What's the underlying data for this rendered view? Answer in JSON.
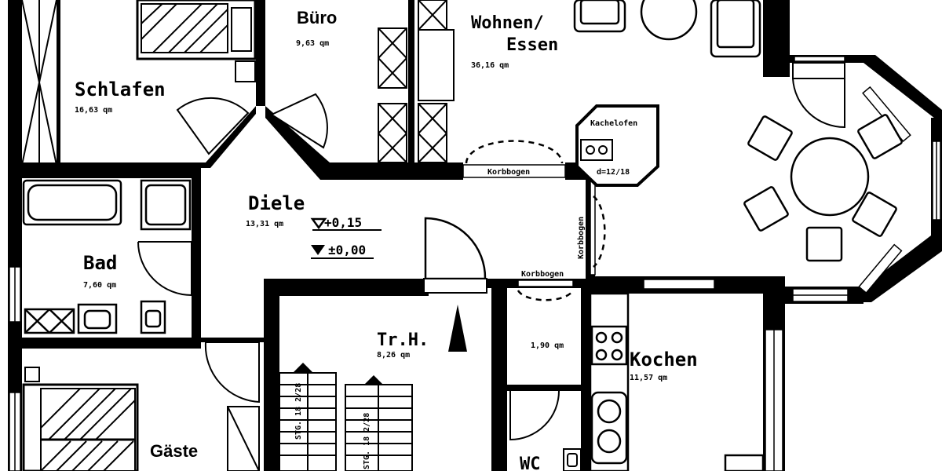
{
  "rooms": {
    "schlafen": {
      "name": "Schlafen",
      "area": "16,63 qm"
    },
    "buero": {
      "name": "Büro",
      "area": "9,63 qm"
    },
    "wohnen_line1": "Wohnen/",
    "wohnen_line2": "Essen",
    "wohnen_area": "36,16 qm",
    "diele": {
      "name": "Diele",
      "area": "13,31 qm"
    },
    "bad": {
      "name": "Bad",
      "area": "7,60 qm"
    },
    "trh": {
      "name": "Tr.H.",
      "area": "8,26 qm"
    },
    "kochen": {
      "name": "Kochen",
      "area": "11,57 qm"
    },
    "closet_area": "1,90 qm",
    "wc": {
      "name": "WC"
    },
    "gaeste": {
      "name": "Gäste"
    }
  },
  "annotations": {
    "level_upper": "+0,15",
    "level_lower": "±0,00",
    "korbbogen_top": "Korbbogen",
    "korbbogen_mid": "Korbbogen",
    "korbbogen_side": "Korbbogen",
    "kachelofen": "Kachelofen",
    "d_marker": "d=12/18",
    "stair_left": "STG. 18 2/28",
    "stair_right": "STG. 18 2/28"
  },
  "icons": [
    "north-arrow-icon",
    "level-marker-icon",
    "door-swing-icon",
    "stair-icon"
  ],
  "colors": {
    "ink": "#000000",
    "paper": "#ffffff"
  }
}
